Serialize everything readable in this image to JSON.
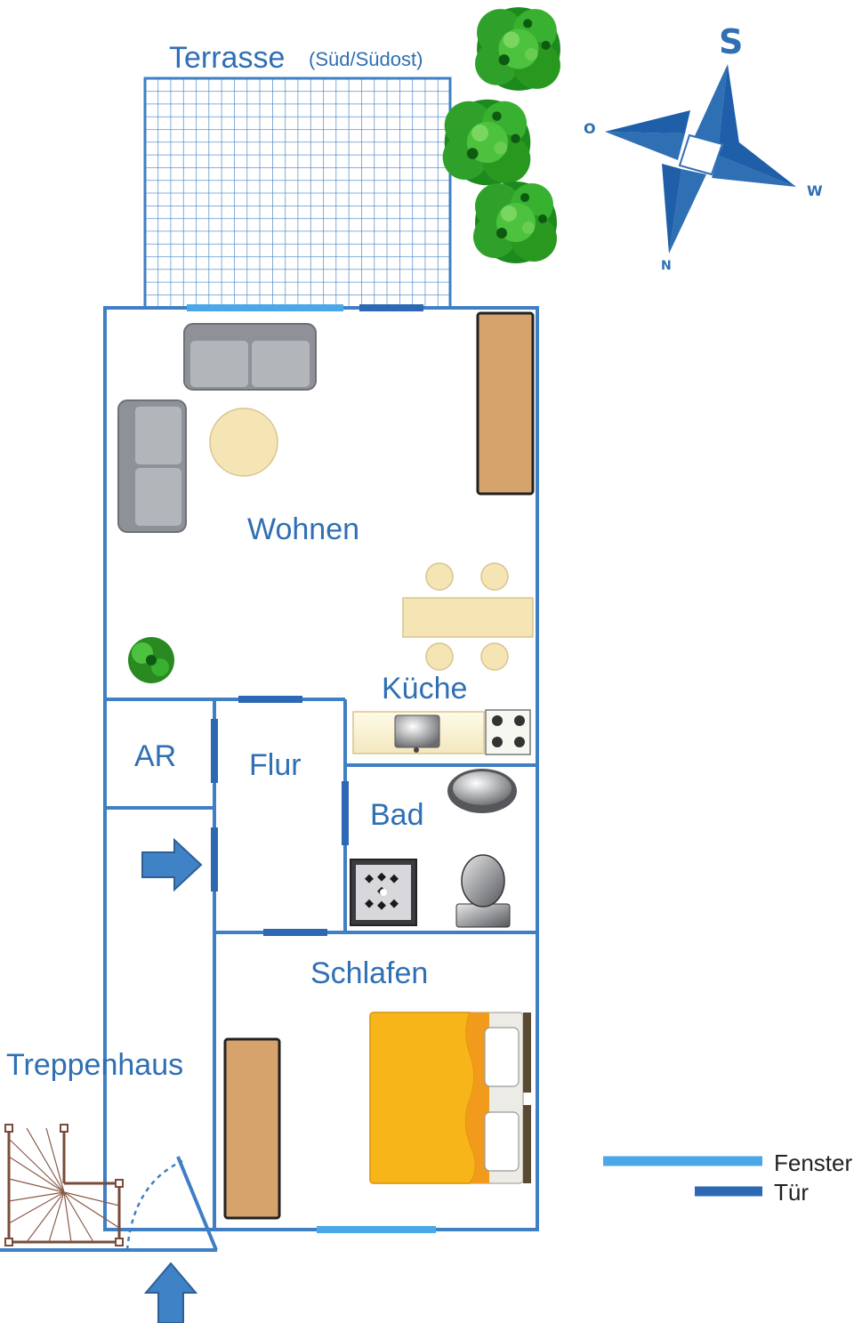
{
  "colors": {
    "wall": "#3f7fc3",
    "window": "#4aa8e8",
    "door": "#2d68b4",
    "label": "#2f6fb3",
    "sofa": "#a4a7ad",
    "table": "#f5e4b4",
    "wood": "#d6a36d",
    "bed": "#f7b51a",
    "plant": "#2fa12a"
  },
  "terrace": {
    "title": "Terrasse",
    "subtitle": "(Süd/Südost)"
  },
  "rooms": {
    "wohnen": "Wohnen",
    "kueche": "Küche",
    "ar": "AR",
    "flur": "Flur",
    "bad": "Bad",
    "schlafen": "Schlafen",
    "treppenhaus": "Treppenhaus"
  },
  "compass": {
    "s": "S",
    "o": "O",
    "w": "W",
    "n": "N"
  },
  "legend": {
    "window": "Fenster",
    "door": "Tür"
  },
  "icons": {
    "entrance": "arrow-right-icon",
    "stair_entrance": "arrow-up-icon",
    "compass": "compass-rose-icon"
  }
}
